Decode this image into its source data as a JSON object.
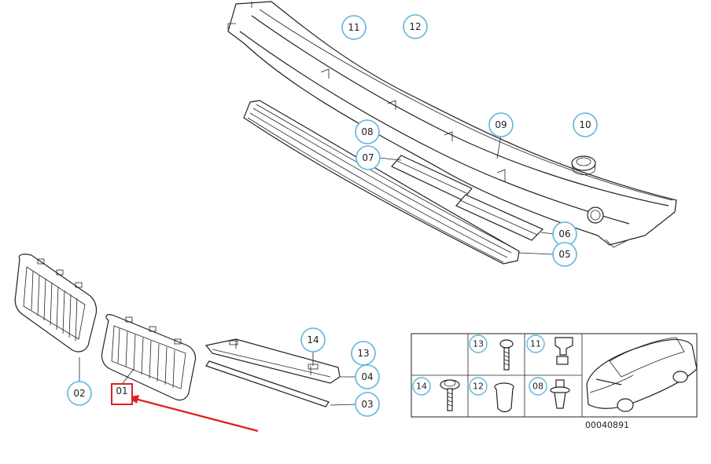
{
  "callouts": [
    {
      "id": "c11",
      "label": "11"
    },
    {
      "id": "c12",
      "label": "12"
    },
    {
      "id": "c08",
      "label": "08"
    },
    {
      "id": "c09",
      "label": "09"
    },
    {
      "id": "c10",
      "label": "10"
    },
    {
      "id": "c07",
      "label": "07"
    },
    {
      "id": "c06",
      "label": "06"
    },
    {
      "id": "c05",
      "label": "05"
    },
    {
      "id": "c14",
      "label": "14"
    },
    {
      "id": "c13",
      "label": "13"
    },
    {
      "id": "c04",
      "label": "04"
    },
    {
      "id": "c03",
      "label": "03"
    },
    {
      "id": "c02",
      "label": "02"
    },
    {
      "id": "c01",
      "label": "01"
    }
  ],
  "table": {
    "cells": [
      {
        "label": "13"
      },
      {
        "label": "11"
      },
      {
        "label": "14"
      },
      {
        "label": "12"
      },
      {
        "label": "08"
      }
    ]
  },
  "diagram_code": "00040891",
  "highlight": {
    "label": "01",
    "color": "#e02020"
  }
}
